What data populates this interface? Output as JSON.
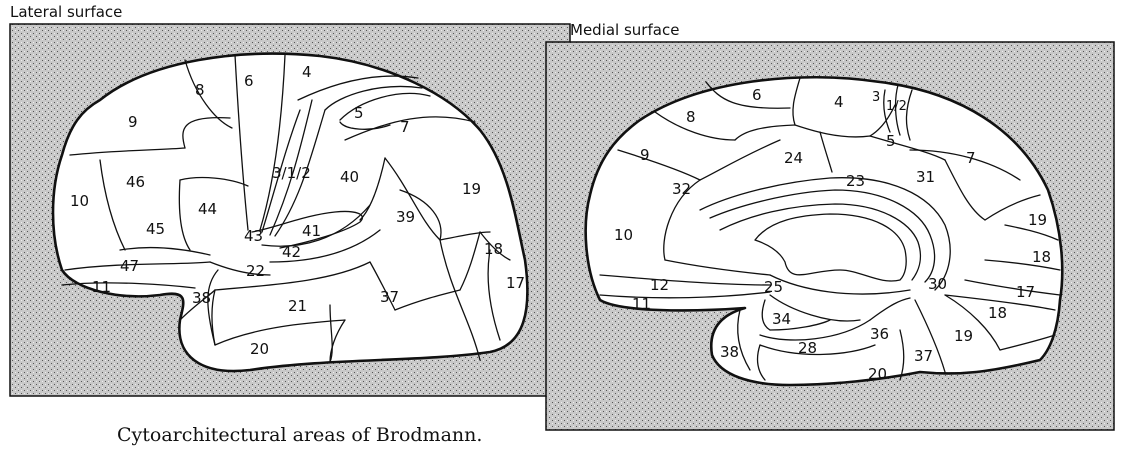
{
  "lateral": {
    "label": "Lateral surface",
    "areas": [
      "4",
      "6",
      "8",
      "9",
      "5",
      "7",
      "3/1/2",
      "40",
      "46",
      "10",
      "44",
      "45",
      "43",
      "41",
      "42",
      "39",
      "19",
      "18",
      "17",
      "47",
      "22",
      "11",
      "38",
      "21",
      "37",
      "20"
    ]
  },
  "medial": {
    "label": "Medial surface",
    "areas": [
      "6",
      "4",
      "3",
      "1/2",
      "8",
      "5",
      "9",
      "24",
      "7",
      "32",
      "23",
      "31",
      "10",
      "19",
      "18",
      "30",
      "17",
      "12",
      "25",
      "11",
      "18",
      "34",
      "36",
      "19",
      "28",
      "38",
      "37",
      "20"
    ]
  },
  "caption": "Cytoarchitectural areas of Brodmann.",
  "colors": {
    "ink": "#111111",
    "stipple": "#8c8c8c",
    "background": "#ffffff"
  }
}
